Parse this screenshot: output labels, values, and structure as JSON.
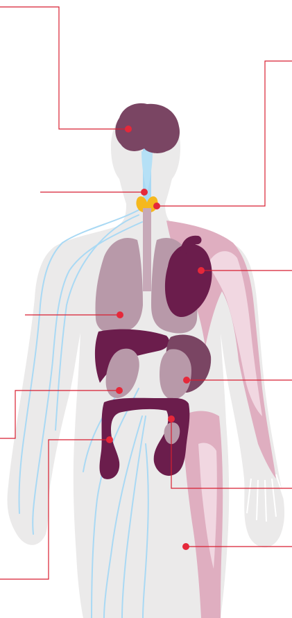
{
  "colors": {
    "background": "#ffffff",
    "body_silhouette": "#ebeaea",
    "nerves": "#a9d9f4",
    "brain": "#7a4563",
    "organ_dark": "#6b1d4c",
    "organ_light": "#b899a9",
    "muscle": "#dfaec0",
    "muscle_light": "#f1d7e1",
    "thyroid": "#f5b81e",
    "leader_line": "#d81e30",
    "leader_dot": "#e5283a"
  },
  "callouts": [
    {
      "target": "brain"
    },
    {
      "target": "thyroid-left"
    },
    {
      "target": "thyroid-right"
    },
    {
      "target": "heart"
    },
    {
      "target": "lung"
    },
    {
      "target": "kidney-right"
    },
    {
      "target": "kidney-left"
    },
    {
      "target": "colon"
    },
    {
      "target": "bladder"
    },
    {
      "target": "leg-muscle"
    }
  ]
}
